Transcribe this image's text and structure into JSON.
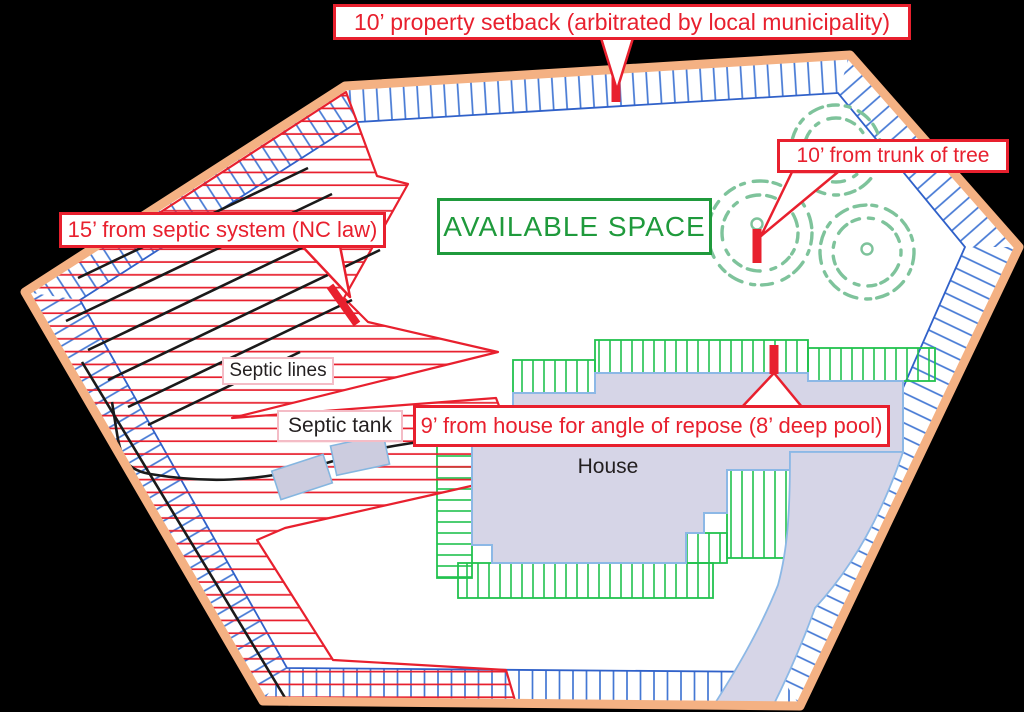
{
  "diagram": {
    "type": "pool-placement-site-plan",
    "callouts": {
      "property_setback": "10’ property setback (arbitrated by local municipality)",
      "tree": "10’ from trunk of tree",
      "septic": "15’ from septic system (NC law)",
      "repose": "9’ from house for angle of repose (8’ deep pool)"
    },
    "labels": {
      "available_space": "AVAILABLE SPACE",
      "septic_lines": "Septic lines",
      "septic_tank": "Septic tank",
      "house": "House"
    },
    "colors": {
      "restriction_red": "#e8202e",
      "boundary_orange": "#f4b183",
      "setback_blue": "#4478d4",
      "buffer_green": "#22c24e",
      "available_green": "#1f9a3c",
      "tree_green": "#7ec39b",
      "house_fill": "#d6d5e7",
      "house_stroke": "#8cb8e6",
      "background": "#000000"
    }
  }
}
